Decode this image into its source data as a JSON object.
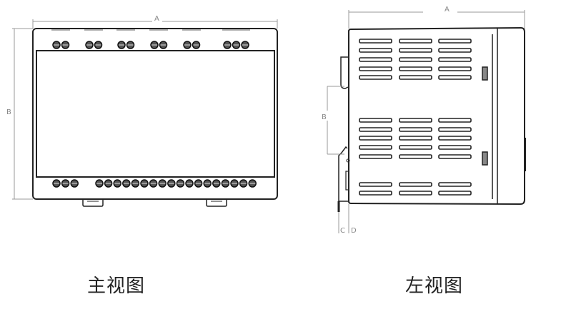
{
  "front_view": {
    "caption": "主视图",
    "dim_width_label": "A",
    "dim_height_label": "B",
    "top_terminal_groups": [
      2,
      2,
      2,
      2,
      2,
      3
    ],
    "bottom_terminal_groups": [
      3,
      18
    ],
    "mount_clips": 2
  },
  "side_view": {
    "caption": "左视图",
    "dim_depth_label": "A",
    "dim_rail_label": "B",
    "dim_c_label": "C",
    "dim_d_label": "D",
    "vent_columns": 3,
    "vent_rows_groups": [
      5,
      5,
      2
    ]
  },
  "colors": {
    "line": "#222222",
    "dim": "#999999",
    "text": "#222222"
  }
}
